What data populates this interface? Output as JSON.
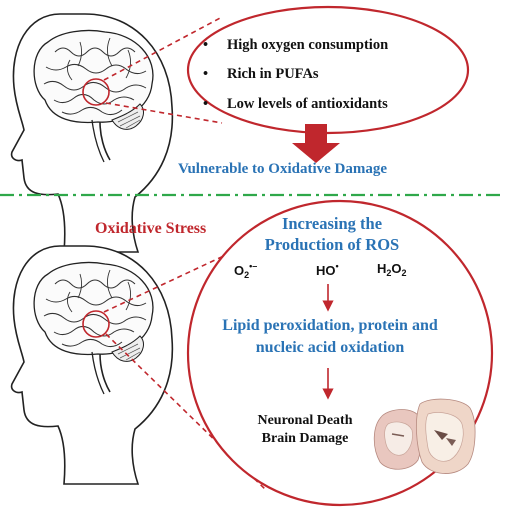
{
  "top_panel": {
    "traits": [
      "High oxygen consumption",
      "Rich in PUFAs",
      "Low levels of antioxidants"
    ],
    "conclusion": "Vulnerable to Oxidative Damage"
  },
  "bottom_panel": {
    "section_label": "Oxidative Stress",
    "step1_line1": "Increasing the",
    "step1_line2": "Production of ROS",
    "ros": {
      "superoxide_base": "O",
      "superoxide_sub": "2",
      "superoxide_sup": "•–",
      "hydroxyl_base": "HO",
      "hydroxyl_sup": "•",
      "peroxide_h": "H",
      "peroxide_sub1": "2",
      "peroxide_o": "O",
      "peroxide_sub2": "2"
    },
    "step2_line1": "Lipid peroxidation, protein and",
    "step2_line2": "nucleic acid oxidation",
    "outcome_line1": "Neuronal Death",
    "outcome_line2": "Brain Damage"
  },
  "colors": {
    "accent_red": "#c0272d",
    "text_blue": "#2a73b5",
    "divider_green": "#2fa84a"
  }
}
